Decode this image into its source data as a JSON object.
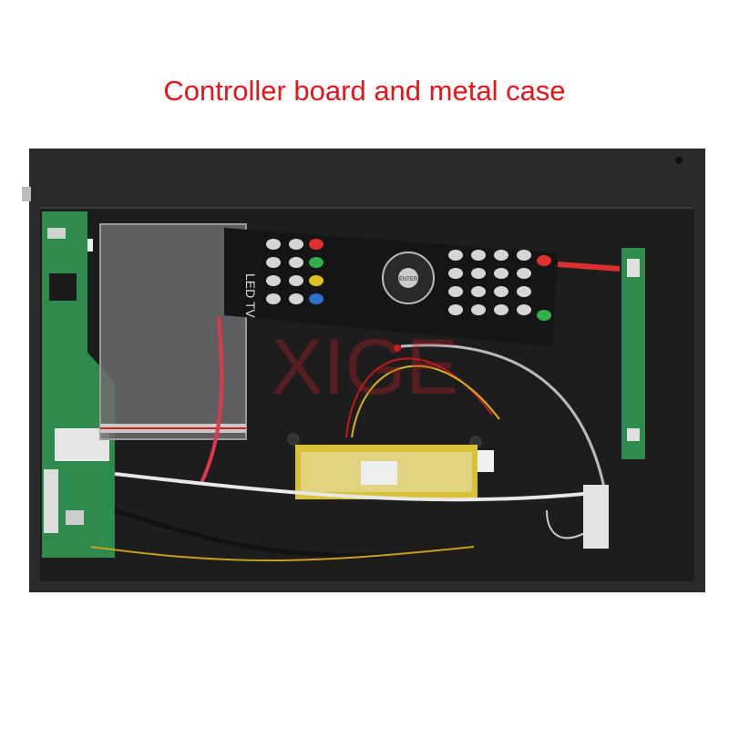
{
  "caption": "Controller board and metal case",
  "watermark": "XIGE",
  "remote": {
    "brand": "LED TV",
    "center_key": "ENTER"
  },
  "colors": {
    "caption": "#e8141c",
    "case": "#262626",
    "case_inner": "#1c1c1c",
    "pcb": "#2f8a4e",
    "remote": "#1a1a1a",
    "inverter": "#d8c23a",
    "watermark": "#c0202a"
  }
}
